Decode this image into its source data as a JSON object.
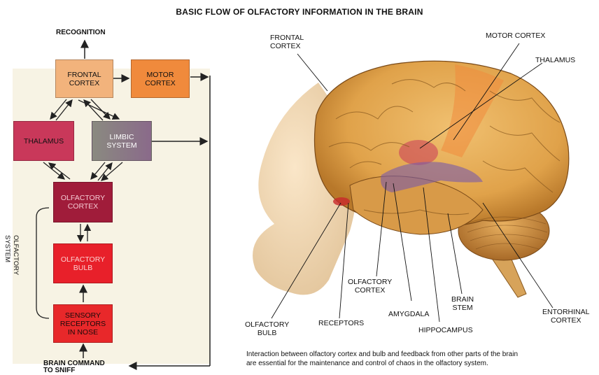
{
  "title": "BASIC FLOW OF OLFACTORY  INFORMATION IN THE BRAIN",
  "flow": {
    "recognition": "RECOGNITION",
    "frontal_cortex": [
      "FRONTAL",
      "CORTEX"
    ],
    "motor_cortex": [
      "MOTOR",
      "CORTEX"
    ],
    "thalamus": "THALAMUS",
    "limbic_system": [
      "LIMBIC",
      "SYSTEM"
    ],
    "olfactory_cortex": [
      "OLFACTORY",
      "CORTEX"
    ],
    "olfactory_bulb": [
      "OLFACTORY",
      "BULB"
    ],
    "sensory_receptors": [
      "SENSORY",
      "RECEPTORS",
      "IN NOSE"
    ],
    "brain_command": [
      "BRAIN COMMAND",
      "TO SNIFF"
    ],
    "olfactory_system": [
      "OLFACTORY",
      "SYSTEM"
    ]
  },
  "brain_labels": {
    "frontal_cortex": [
      "FRONTAL",
      "CORTEX"
    ],
    "motor_cortex": "MOTOR CORTEX",
    "thalamus": "THALAMUS",
    "olfactory_cortex": [
      "OLFACTORY",
      "CORTEX"
    ],
    "brain_stem": [
      "BRAIN",
      "STEM"
    ],
    "entorhinal_cortex": [
      "ENTORHINAL",
      "CORTEX"
    ],
    "olfactory_bulb": [
      "OLFACTORY",
      "BULB"
    ],
    "receptors": "RECEPTORS",
    "amygdala": "AMYGDALA",
    "hippocampus": "HIPPOCAMPUS"
  },
  "caption": [
    "Interaction between olfactory cortex and bulb and feedback from other parts of the brain",
    "are essential for the maintenance and control of chaos in the olfactory system."
  ],
  "colors": {
    "frontal": "#f2b37c",
    "motor": "#f08a3c",
    "thalamus": "#c9385a",
    "limbic": "#8a7f78",
    "olfactory_cortex": "#a01c3a",
    "bulb": "#e8202a",
    "receptors": "#e8282a",
    "panel": "#f7f3e4",
    "brain": "#e0a24a"
  }
}
